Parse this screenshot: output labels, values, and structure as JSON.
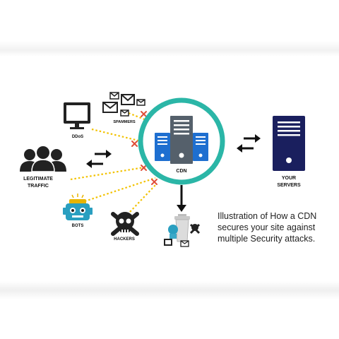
{
  "labels": {
    "ddos": "DDoS",
    "spammers": "SPAMMERS",
    "cdn": "CDN",
    "legit_line1": "LEGITIMATE",
    "legit_line2": "TRAFFIC",
    "bots": "BOTS",
    "hackers": "HACKERS",
    "servers_line1": "YOUR",
    "servers_line2": "SERVERS"
  },
  "caption": {
    "line1": "Illustration of How a CDN",
    "line2": "secures your site against",
    "line3": "multiple Security attacks."
  },
  "colors": {
    "ring": "#2bb6a7",
    "server_blue": "#1e6fd0",
    "server_gray": "#55606b",
    "server_navy": "#1a1f5e",
    "threat_line": "#f2c200",
    "blocked_x": "#e0503a",
    "bot_teal": "#2a9fc0",
    "bot_yellow": "#e8b400"
  },
  "icons": [
    "monitor-icon",
    "mail-icon",
    "people-icon",
    "bot-icon",
    "skull-icon",
    "server-icon",
    "trash-icon",
    "arrow-down-icon",
    "double-arrow-icon"
  ]
}
